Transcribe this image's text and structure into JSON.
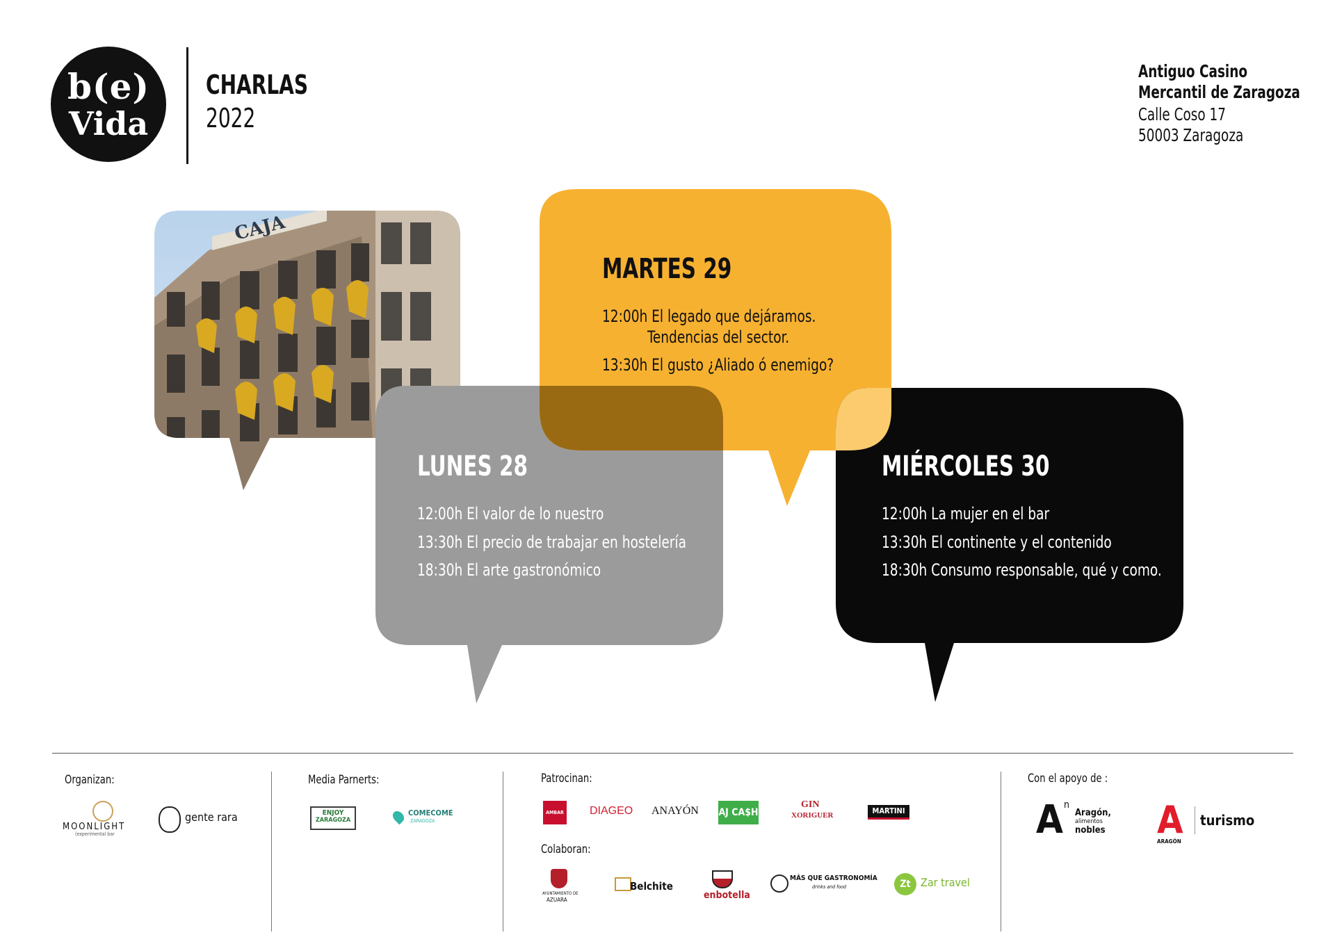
{
  "logo": {
    "line1": "b(e)",
    "line2": "Vida"
  },
  "header": {
    "title": "CHARLAS",
    "year": "2022",
    "venue_line1": "Antiguo Casino",
    "venue_line2": "Mercantil de Zaragoza",
    "address_line1": "Calle Coso 17",
    "address_line2": "50003 Zaragoza"
  },
  "days": {
    "martes": {
      "title": "MARTES 29",
      "talk1_a": "12:00h El legado que dejáramos.",
      "talk1_b": "Tendencias del sector.",
      "talk2": "13:30h El gusto ¿Aliado ó enemigo?"
    },
    "lunes": {
      "title": "LUNES 28",
      "talks": [
        "12:00h El valor de lo nuestro",
        "13:30h El precio de trabajar en hostelería",
        "18:30h El arte gastronómico"
      ]
    },
    "miercoles": {
      "title": "MIÉRCOLES 30",
      "talks": [
        "12:00h La mujer en el bar",
        "13:30h El continente y el contenido",
        "18:30h Consumo responsable, qué y como."
      ]
    }
  },
  "photo": {
    "sign_text": "CAJA"
  },
  "colors": {
    "yellow": "#F7B131",
    "gray": "#999999",
    "black": "#0A0A0A"
  },
  "footer": {
    "organizan": {
      "title": "Organizan:",
      "moonlight": "MOONLIGHT",
      "moonlight_sub": "(experimental bar",
      "genterara": "gente rara"
    },
    "media": {
      "title": "Media Parnerts:",
      "enjoy1": "ENJOY",
      "enjoy2": "ZARAGOZA",
      "comecome": "COMECOME",
      "comecome_sub": "ZARAGOZA"
    },
    "patrocinan": {
      "title": "Patrocinan:",
      "ambar": "AMBAR",
      "diageo": "DIAGEO",
      "anayon": "ANAYÓN",
      "ajcash": "AJ CA$H",
      "gin1": "GIN",
      "gin2": "XORIGUER",
      "martini": "MARTINI"
    },
    "colaboran": {
      "title": "Colaboran:",
      "azuara1": "AYUNTAMIENTO DE",
      "azuara2": "AZUARA",
      "belchite": "Belchite",
      "enbotella": "enbotella",
      "masque": "MÁS QUE GASTRONOMÍA",
      "masque_sub": "drinks and food",
      "zar1": "Zar travel",
      "zar_icon": "Zt"
    },
    "apoyo": {
      "title": "Con el apoyo de :",
      "aragon_a": "A",
      "aragon_n": "n",
      "aragon1": "Aragón,",
      "aragon2": "alimentos",
      "aragon3": "nobles",
      "turismo": "turismo",
      "turismo_a": "A",
      "turismo_sub": "ARAGÓN"
    }
  }
}
